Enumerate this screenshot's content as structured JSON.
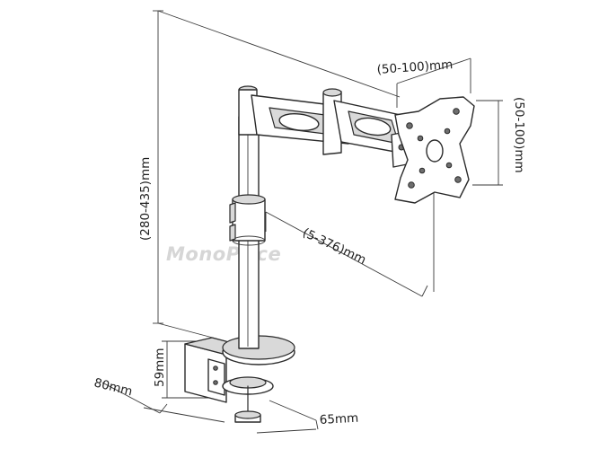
{
  "watermark": "MonoPrice",
  "dimensions": {
    "vesa_width": "(50-100)mm",
    "vesa_height": "(50-100)mm",
    "pole_height": "(280-435)mm",
    "arm_reach": "(5-376)mm",
    "clamp_height": "59mm",
    "clamp_depth": "80mm",
    "clamp_width": "65mm"
  }
}
